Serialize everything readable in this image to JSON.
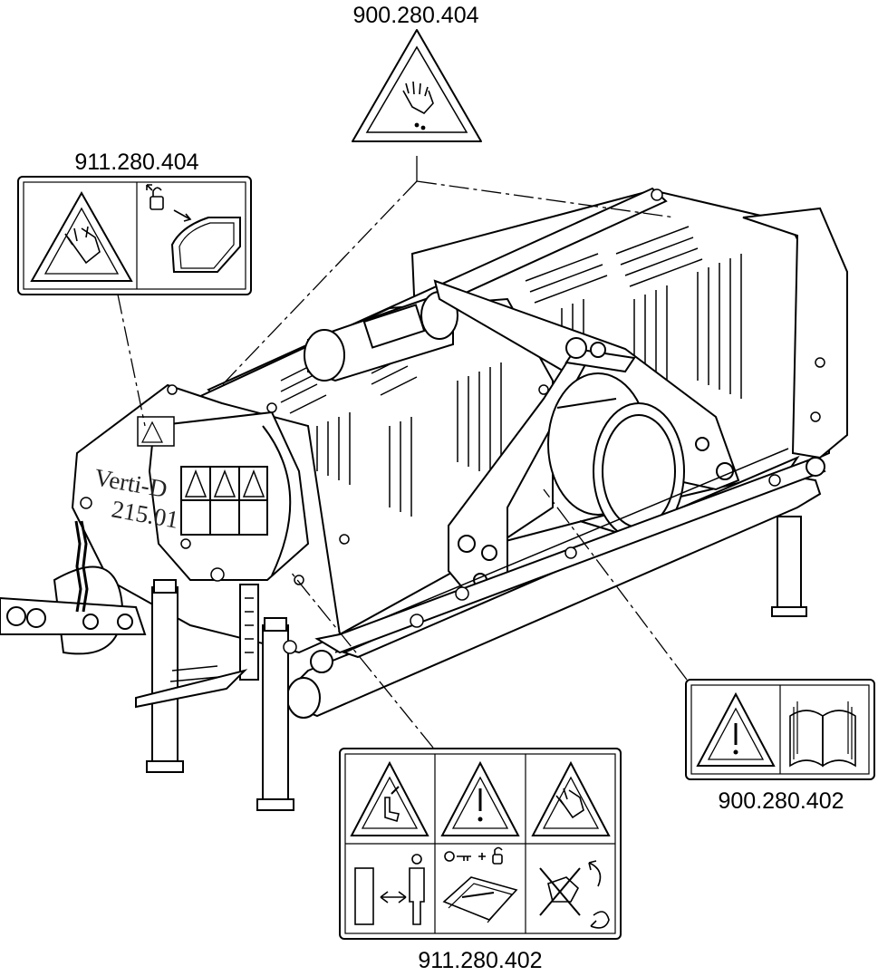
{
  "labels": {
    "top": "900.280.404",
    "left": "911.280.404",
    "right": "900.280.402",
    "bottom": "911.280.402"
  },
  "machine": {
    "brand_text": "Verti-D",
    "model_text": "215.01"
  },
  "decals": {
    "top": [
      "hand-hazard-icon"
    ],
    "left": [
      "hand-entanglement-icon",
      "unlock-cover-icon"
    ],
    "right": [
      "warning-exclamation-icon",
      "operator-manual-icon"
    ],
    "bottom": [
      "foot-crush-icon",
      "warning-exclamation-icon",
      "hand-entanglement-icon",
      "keep-distance-icon",
      "maintenance-manual-icon",
      "no-hands-rotating-icon"
    ]
  },
  "colors": {
    "line": "#000000",
    "background": "#ffffff"
  }
}
